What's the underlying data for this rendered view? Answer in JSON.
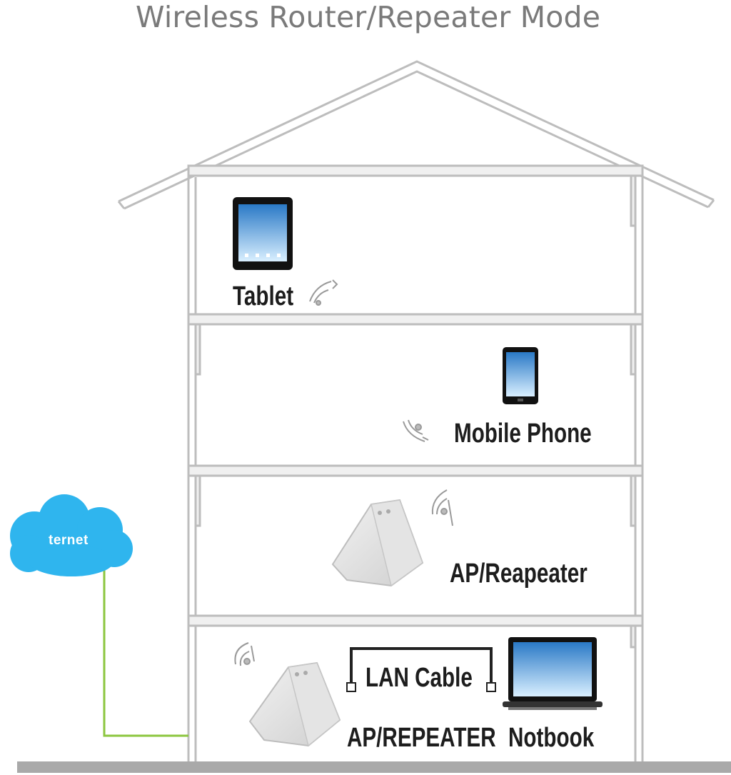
{
  "title": "Wireless Router/Repeater Mode",
  "internet_label": "ternet",
  "floors": [
    {
      "device": "Tablet"
    },
    {
      "device": "Mobile Phone"
    },
    {
      "device": "AP/Reapeater"
    },
    {
      "devices": [
        "AP/REPEATER",
        "Notbook"
      ],
      "cable": "LAN Cable"
    }
  ],
  "colors": {
    "wall": "#bdbdbd",
    "ground": "#a9a9a9",
    "cloud": "#2fb5ee",
    "internet_line": "#8cc63f",
    "screen_top": "#2a79c6",
    "screen_bottom": "#d9efff"
  },
  "icons": [
    "tablet-icon",
    "mobile-phone-icon",
    "ap-repeater-icon",
    "notebook-icon",
    "wifi-icon",
    "cloud-icon"
  ]
}
